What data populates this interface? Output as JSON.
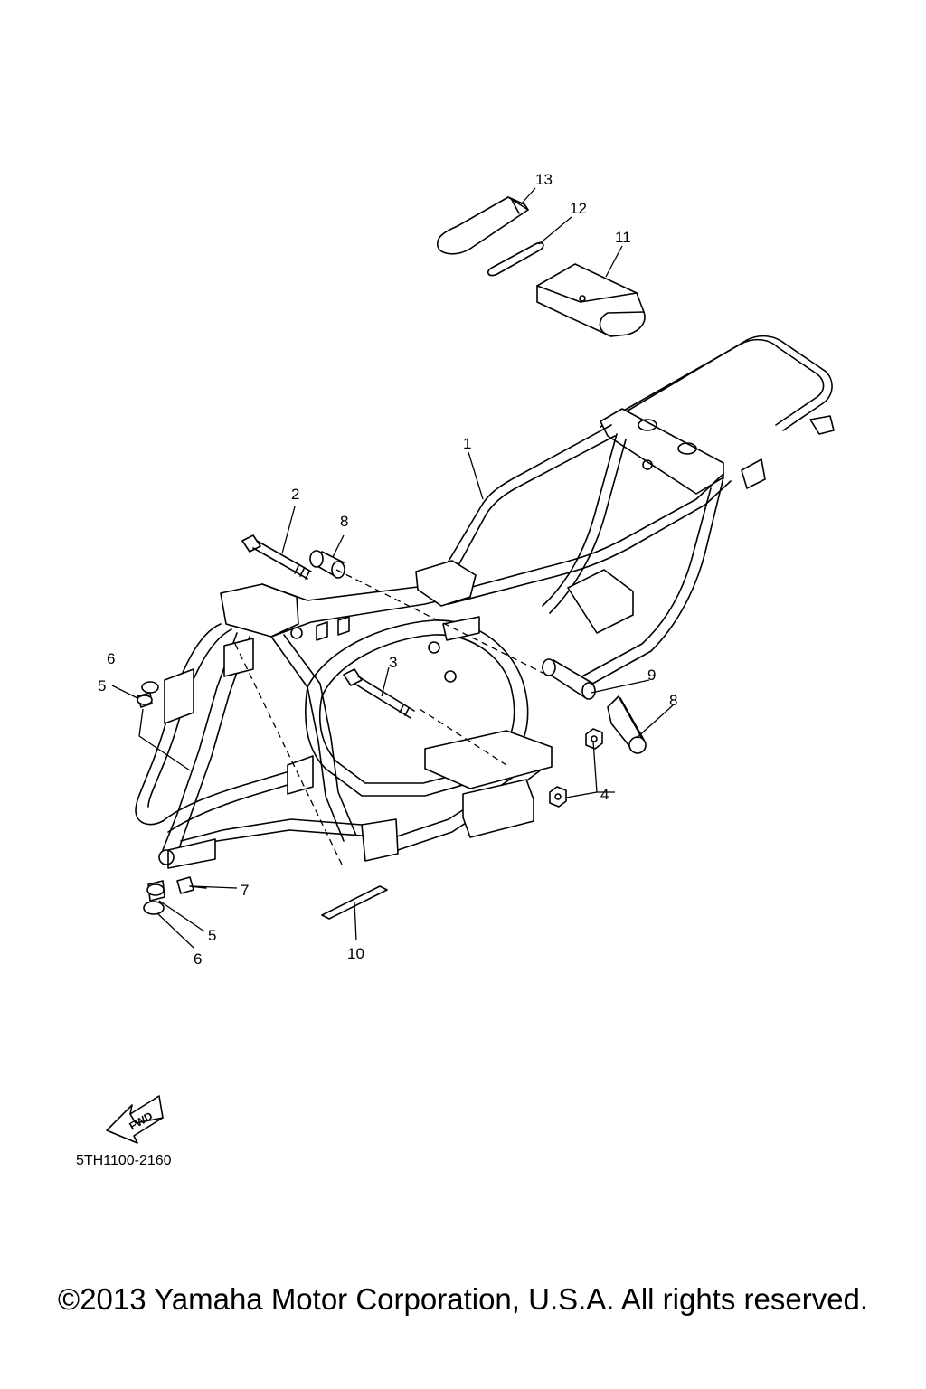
{
  "diagram": {
    "callouts": [
      {
        "id": "c1",
        "label": "1"
      },
      {
        "id": "c2",
        "label": "2"
      },
      {
        "id": "c3",
        "label": "3"
      },
      {
        "id": "c4",
        "label": "4"
      },
      {
        "id": "c5a",
        "label": "5"
      },
      {
        "id": "c5b",
        "label": "5"
      },
      {
        "id": "c6a",
        "label": "6"
      },
      {
        "id": "c6b",
        "label": "6"
      },
      {
        "id": "c7",
        "label": "7"
      },
      {
        "id": "c8a",
        "label": "8"
      },
      {
        "id": "c8b",
        "label": "8"
      },
      {
        "id": "c9",
        "label": "9"
      },
      {
        "id": "c10",
        "label": "10"
      },
      {
        "id": "c11",
        "label": "11"
      },
      {
        "id": "c12",
        "label": "12"
      },
      {
        "id": "c13",
        "label": "13"
      }
    ],
    "fwd_label": "FWD",
    "diagram_code": "5TH1100-2160"
  },
  "footer": {
    "copyright": "©2013 Yamaha Motor Corporation, U.S.A. All rights reserved."
  }
}
